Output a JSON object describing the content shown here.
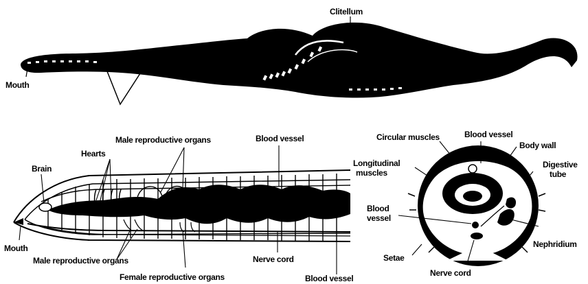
{
  "colors": {
    "ink": "#000000",
    "paper": "#ffffff"
  },
  "labels": {
    "clitellum": "Clitellum",
    "mouth_top": "Mouth",
    "male_repro_top": "Male reproductive organs",
    "blood_vessel_top": "Blood vessel",
    "hearts": "Hearts",
    "brain": "Brain",
    "mouth_bottom": "Mouth",
    "male_repro_bottom": "Male reproductive organs",
    "female_repro": "Female reproductive organs",
    "nerve_cord_left": "Nerve cord",
    "blood_vessel_bottom": "Blood vessel",
    "circular_muscles": "Circular muscles",
    "blood_vessel_cs_top": "Blood vessel",
    "body_wall": "Body wall",
    "longitudinal_line1": "Longitudinal",
    "longitudinal_line2": "muscles",
    "digestive_line1": "Digestive",
    "digestive_line2": "tube",
    "blood_vessel_cs_line1": "Blood",
    "blood_vessel_cs_line2": "vessel",
    "nephridium": "Nephridium",
    "setae": "Setae",
    "nerve_cord_cs": "Nerve cord"
  }
}
